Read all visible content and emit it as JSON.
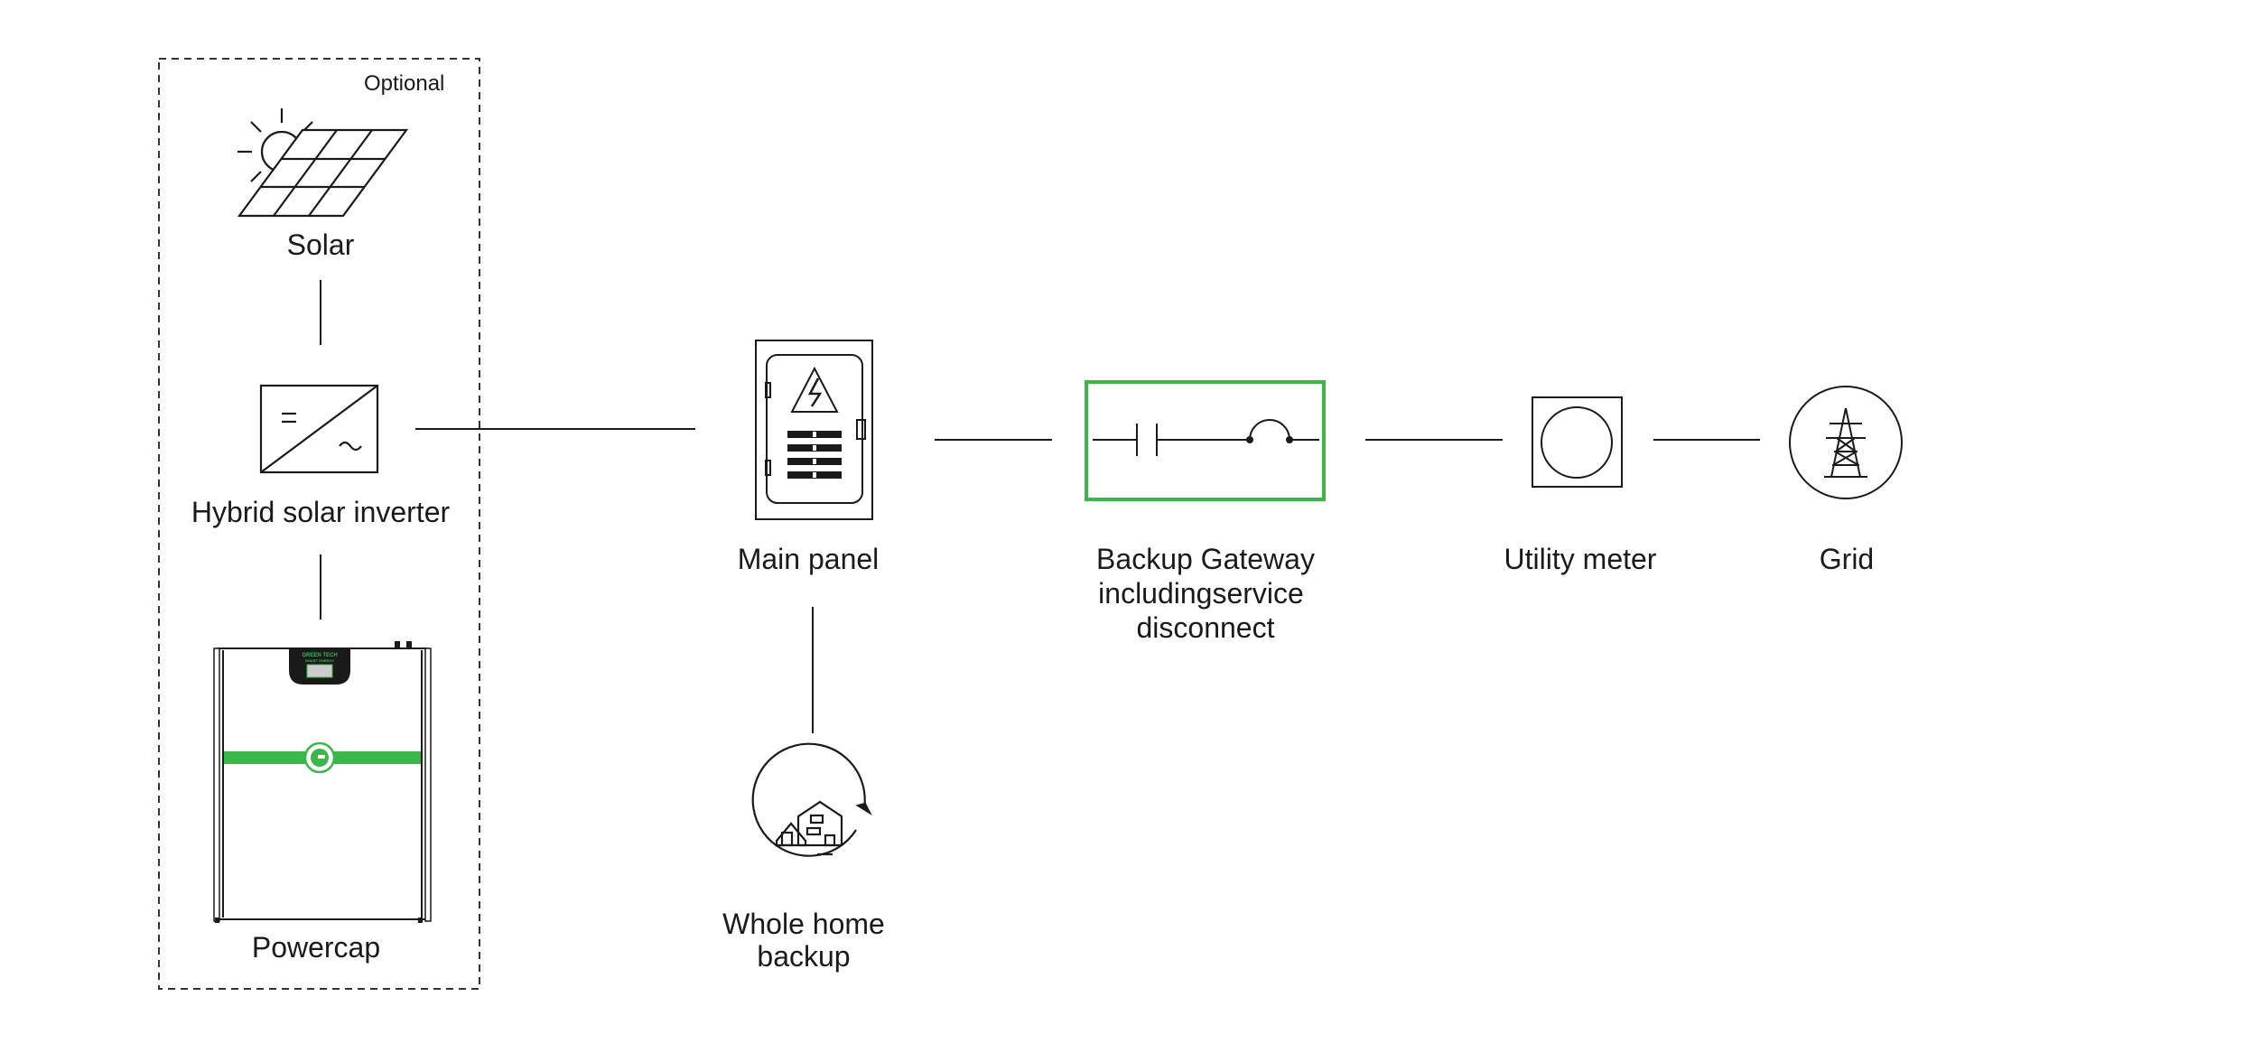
{
  "optional_label": "Optional",
  "nodes": {
    "solar": "Solar",
    "inverter": "Hybrid solar inverter",
    "powercap": "Powercap",
    "main_panel": "Main panel",
    "gateway_line1": "Backup Gateway",
    "gateway_line2": "includingservice",
    "gateway_line3": "disconnect",
    "utility_meter": "Utility meter",
    "grid": "Grid",
    "whole_home_line1": "Whole home",
    "whole_home_line2": "backup"
  },
  "powercap_device": {
    "brand_line1": "GREEN TECH",
    "brand_line2": "SMART ENERGY"
  },
  "colors": {
    "accent": "#3cb54a",
    "line": "#1a1a1a",
    "dashed_border": "#333333"
  },
  "icons": [
    "solar-panel-icon",
    "inverter-icon",
    "battery-icon",
    "electrical-panel-icon",
    "gateway-switch-icon",
    "meter-icon",
    "transmission-tower-icon",
    "home-backup-icon"
  ]
}
